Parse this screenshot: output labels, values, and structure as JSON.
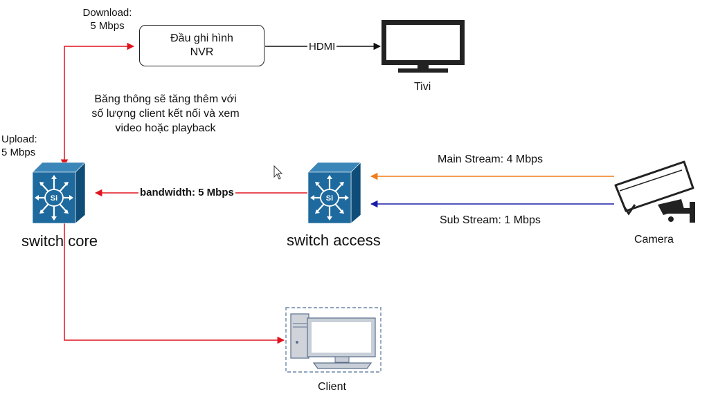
{
  "nodes": {
    "nvr": {
      "line1": "Đầu ghi hình",
      "line2": "NVR"
    },
    "tivi": {
      "label": "Tivi"
    },
    "switch_core": {
      "label": "switch core",
      "chip": "Si"
    },
    "switch_access": {
      "label": "switch access",
      "chip": "Si"
    },
    "camera": {
      "label": "Camera"
    },
    "client": {
      "label": "Client"
    }
  },
  "edges": {
    "hdmi": "HDMI",
    "bandwidth": "bandwidth: 5 Mbps",
    "main_stream": "Main Stream: 4 Mbps",
    "sub_stream": "Sub Stream: 1 Mbps"
  },
  "annotations": {
    "download_1": "Download:",
    "download_2": "5 Mbps",
    "upload_1": "Upload:",
    "upload_2": "5 Mbps",
    "note_1": "Băng thông sẽ tăng thêm với",
    "note_2": "số lượng client kết nối và xem",
    "note_3": "video hoặc playback"
  },
  "colors": {
    "red_link": "#e0141e",
    "main_stream": "#f07c1a",
    "sub_stream": "#1a1aa8",
    "switch_blue": "#1e6a9e",
    "switch_dark": "#0f4d78"
  }
}
